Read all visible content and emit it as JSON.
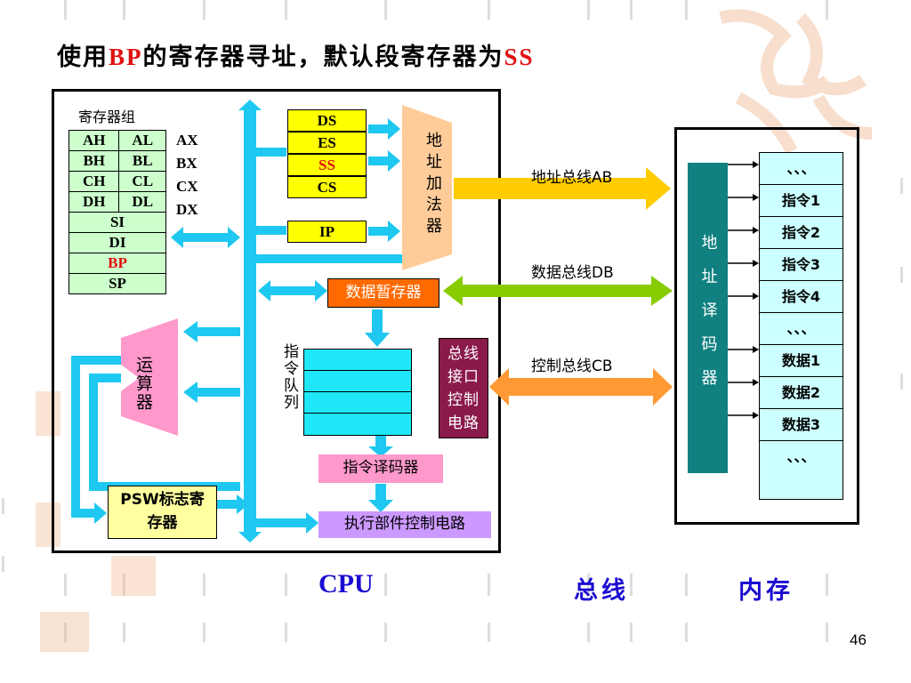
{
  "title": {
    "prefix": "使用",
    "bp": "BP",
    "middle": "的寄存器寻址，默认段寄存器为",
    "ss": "SS"
  },
  "register_group": {
    "label": "寄存器组",
    "pairs": [
      [
        "AH",
        "AL"
      ],
      [
        "BH",
        "BL"
      ],
      [
        "CH",
        "CL"
      ],
      [
        "DH",
        "DL"
      ]
    ],
    "pair_names": [
      "AX",
      "BX",
      "CX",
      "DX"
    ],
    "singles": [
      "SI",
      "DI",
      "BP",
      "SP"
    ]
  },
  "segment_registers": [
    "DS",
    "ES",
    "SS",
    "CS"
  ],
  "ip": "IP",
  "address_adder": "地址加法器",
  "data_buffer": "数据暂存器",
  "alu": "运算器",
  "instruction_queue": "指令队列",
  "bus_interface": "总线接口控制电路",
  "decoder": "指令译码器",
  "psw": "PSW标志寄存器",
  "exec_control": "执行部件控制电路",
  "buses": {
    "address": "地址总线AB",
    "data": "数据总线DB",
    "control": "控制总线CB"
  },
  "address_decoder": "地址译码器",
  "memory_cells": [
    "、、、",
    "指令1",
    "指令2",
    "指令3",
    "指令4",
    "、、、",
    "数据1",
    "数据2",
    "数据3",
    "、、、"
  ],
  "footer": {
    "cpu": "CPU",
    "bus": "总线",
    "memory": "内存"
  },
  "page_number": "46",
  "colors": {
    "bus_blue": "#1ec8f0",
    "segment_yellow": "#ffff00",
    "register_green": "#ccffcc",
    "buffer_orange": "#ff6a00",
    "alu_pink": "#ff99cc",
    "memory_cyan": "#ccffff",
    "decoder_teal": "#108080",
    "bus_interface_maroon": "#8a1a4a",
    "address_bus": "#ffcc00",
    "data_bus": "#88cc00",
    "control_bus": "#ff9933"
  }
}
